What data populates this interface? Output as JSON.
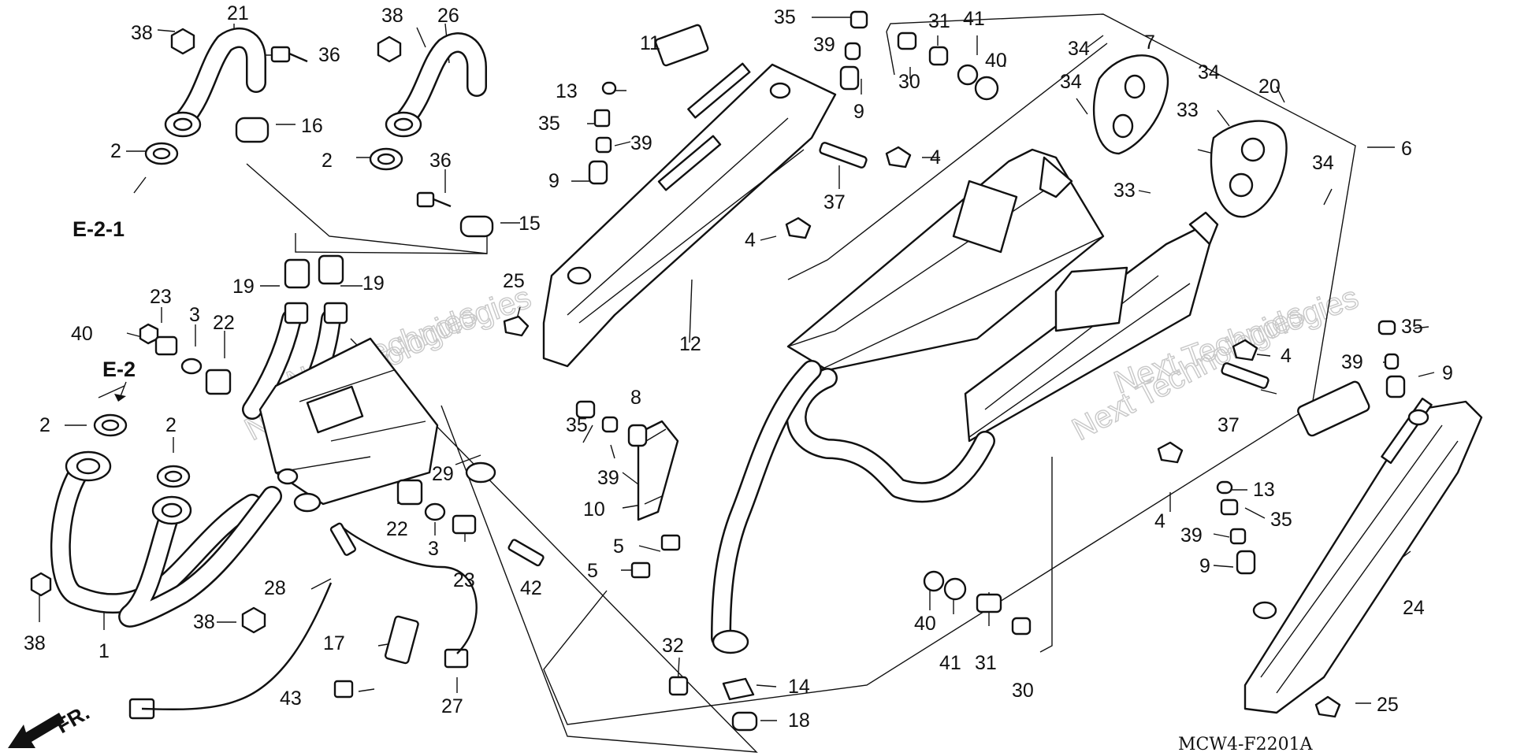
{
  "diagram": {
    "code": "MCW4-F2201A",
    "refs": {
      "e21": "E-2-1",
      "e2": "E-2",
      "front": "FR."
    },
    "watermarks": [
      "Next Technologies",
      "Next Technologies",
      "Next Technologies",
      "Next Technologies"
    ],
    "callouts": {
      "c38a": "38",
      "c21": "21",
      "c36a": "36",
      "c16": "16",
      "c2a": "2",
      "c38b": "38",
      "c26": "26",
      "c2b": "2",
      "c36b": "36",
      "c15": "15",
      "c19a": "19",
      "c19b": "19",
      "c23a": "23",
      "c40a": "40",
      "c3a": "3",
      "c22a": "22",
      "c2c": "2",
      "c2d": "2",
      "c29": "29",
      "c22b": "22",
      "c3b": "3",
      "c23b": "23",
      "c42": "42",
      "c28": "28",
      "c38c": "38",
      "c38d": "38",
      "c1": "1",
      "c17": "17",
      "c43": "43",
      "c27": "27",
      "c25a": "25",
      "c11": "11",
      "c13a": "13",
      "c35a": "35",
      "c39a": "39",
      "c9a": "9",
      "c12": "12",
      "c35b": "35",
      "c39b": "39",
      "c9b": "9",
      "c37a": "37",
      "c4a": "4",
      "c4b": "4",
      "c31a": "31",
      "c41a": "41",
      "c40b": "40",
      "c30a": "30",
      "c34a": "34",
      "c7": "7",
      "c34b": "34",
      "c34c": "34",
      "c33a": "33",
      "c20": "20",
      "c33b": "33",
      "c34d": "34",
      "c6": "6",
      "c8": "8",
      "c35c": "35",
      "c39c": "39",
      "c10": "10",
      "c5a": "5",
      "c5b": "5",
      "c32": "32",
      "c14": "14",
      "c18": "18",
      "c4c": "4",
      "c37b": "37",
      "c35d": "35",
      "c39d": "39",
      "c9c": "9",
      "c4d": "4",
      "c13b": "13",
      "c35e": "35",
      "c39e": "39",
      "c9d": "9",
      "c24": "24",
      "c25b": "25",
      "c40c": "40",
      "c41b": "41",
      "c31b": "31",
      "c30b": "30"
    }
  }
}
